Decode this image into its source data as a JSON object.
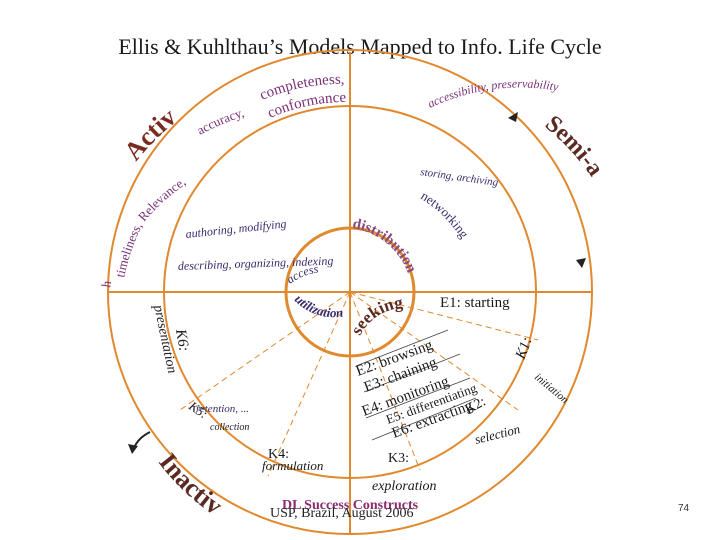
{
  "title": "Ellis & Kuhlthau’s Models Mapped to Info. Life Cycle",
  "quadrants": {
    "active": "Active",
    "semi_active": "Semi-a",
    "inactive": "Inactive"
  },
  "outer_ring": {
    "completeness": "completeness,",
    "conformance": "conformance",
    "accuracy": "accuracy,",
    "accessibility": "accessibility, preservability",
    "timeliness": "timeliness,",
    "relevance": "Relevance,",
    "h_fragment": "h"
  },
  "middle_ring": {
    "networking": "networking",
    "authoring": "authoring, modifying",
    "describing": "describing, organizing, indexing",
    "access": "access",
    "upper_right_faded": "storing, archiving",
    "lower_left_faded": "retention, ..."
  },
  "inner_ring": {
    "distribution": "distribution",
    "utilization": "utilization",
    "seeking": "seeking"
  },
  "ellis": {
    "e1": "E1: starting",
    "e2": "E2: browsing",
    "e3": "E3: chaining",
    "e4": "E4: monitoring",
    "e5": "E5: differentiating",
    "e6": "E6: extracting"
  },
  "kuhlthau": {
    "k1": "K1:",
    "k1_sub": "initiation",
    "k2": "K2:",
    "k2_sub": "selection",
    "k3": "K3:",
    "k3_sub": "exploration",
    "k4": "K4:",
    "k4_sub": "formulation",
    "k5": "K5:",
    "k5_sub": "collection",
    "k6": "K6:",
    "k6_sub": "presentation"
  },
  "footer": {
    "venue": "USP, Brazil, August 2006",
    "constructs": "DL Success Constructs",
    "page": "74"
  },
  "colors": {
    "circle": "#e0892e",
    "active": "#7a2a1e",
    "inactive": "#5a2a22",
    "outer_text": "#7a2f78",
    "ring_text": "#3a2a6a",
    "dark": "#1a1a1a"
  }
}
